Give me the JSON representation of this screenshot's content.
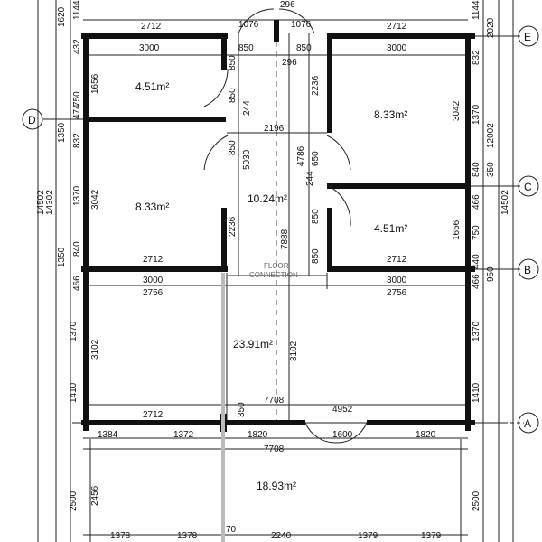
{
  "areas": {
    "top_left": "4.51m²",
    "top_right": "8.33m²",
    "mid_left": "8.33m²",
    "corridor": "10.24m²",
    "mid_right": "4.51m²",
    "hall": "23.91m²",
    "bottom": "18.93m²"
  },
  "floor_connection": [
    "FLOOR",
    "CONNECTION"
  ],
  "axes": [
    "A",
    "B",
    "C",
    "D",
    "E"
  ],
  "dims_h": {
    "top_2712_l": "2712",
    "top_1076_l": "1076",
    "top_296_t": "296",
    "top_1076_r": "1076",
    "top_2712_r": "2712",
    "r2_3000_l": "3000",
    "r2_850_l": "850",
    "r2_850_r": "850",
    "r2_3000_r": "3000",
    "r2_296": "296",
    "mid_2196": "2196",
    "b_2712_l": "2712",
    "b_2712_r": "2712",
    "b_3000_l": "3000",
    "b_3000_r": "3000",
    "b_2756_l": "2756",
    "b_2756_r": "2756",
    "a_7708_t": "7708",
    "a_4952": "4952",
    "a_2712": "2712",
    "a_350": "350",
    "a_1384": "1384",
    "a_1372": "1372",
    "a_1820_l": "1820",
    "a_1600": "1600",
    "a_1820_r": "1820",
    "a_7708_b": "7708",
    "f_1378_1": "1378",
    "f_1378_2": "1378",
    "f_70": "70",
    "f_2240": "2240",
    "f_1379_1": "1379",
    "f_1379_2": "1379"
  },
  "dims_v": {
    "l_1620": "1620",
    "l_432": "432",
    "l_750": "750",
    "l_474": "474",
    "l_832": "832",
    "l_1350": "1350",
    "l_1370": "1370",
    "l_840": "840",
    "l_1350_b": "1350",
    "l_466": "466",
    "l_14502": "14502",
    "l_14302": "14302",
    "l_1656": "1656",
    "l_3042": "3042",
    "l_1370_h": "1370",
    "l_3102": "3102",
    "l_1410": "1410",
    "l_2500": "2500",
    "l_2456": "2456",
    "c_850_a": "850",
    "c_850_b": "850",
    "c_244_l": "244",
    "c_850_c": "850",
    "c_5030": "5030",
    "c_2236_l": "2236",
    "c_2236_r": "2236",
    "c_4786": "4786",
    "c_7888": "7888",
    "c_650": "650",
    "c_244_r": "244",
    "c_850_d": "850",
    "c_850_e": "850",
    "c_3102": "3102",
    "r_1144_t": "1144",
    "r_2020": "2020",
    "r_832": "832",
    "r_3042": "3042",
    "r_1370": "1370",
    "r_840": "840",
    "r_350": "350",
    "r_466": "466",
    "r_750": "750",
    "r_1656": "1656",
    "r_440": "440",
    "r_950": "950",
    "r_466_b": "466",
    "r_12002": "12002",
    "r_14502": "14502",
    "r_1370_h": "1370",
    "r_1410": "1410",
    "r_2500": "2500",
    "l_1144": "1144"
  }
}
